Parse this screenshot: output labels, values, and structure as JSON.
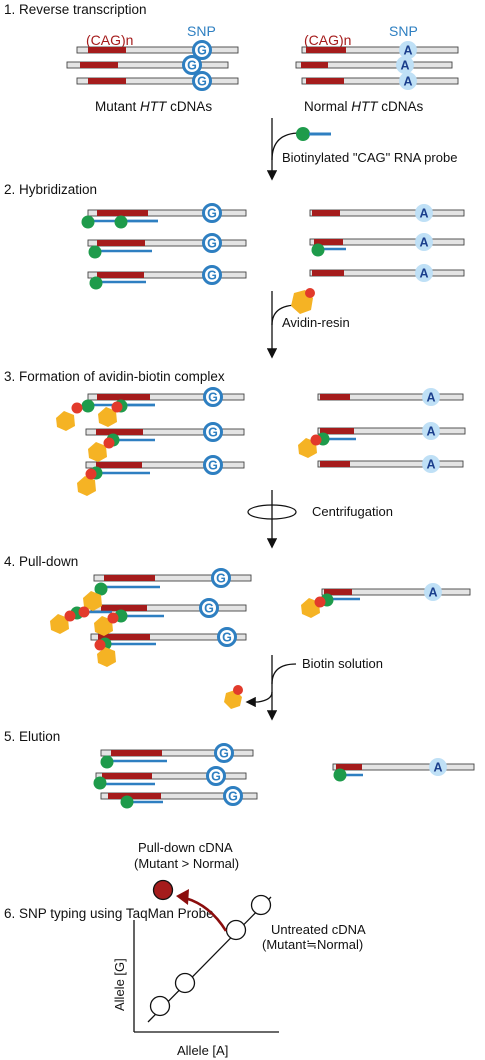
{
  "steps": [
    {
      "label": "1. Reverse transcription"
    },
    {
      "label": "2. Hybridization"
    },
    {
      "label": "3. Formation of avidin-biotin complex"
    },
    {
      "label": "4. Pull-down"
    },
    {
      "label": "5. Elution"
    },
    {
      "label": "6. SNP typing using TaqMan Probe"
    }
  ],
  "labels": {
    "cag_repeat": "(CAG)n",
    "snp": "SNP",
    "mutant_prefix": "Mutant",
    "normal_prefix": "Normal",
    "htt": "HTT",
    "cdnas": "cDNAs",
    "probe_reagent": "Biotinylated \"CAG\" RNA probe",
    "avidin_reagent": "Avidin-resin",
    "centrifugation": "Centrifugation",
    "biotin_solution": "Biotin solution",
    "allele_g": "G",
    "allele_a": "A"
  },
  "plot": {
    "xlabel": "Allele [A]",
    "ylabel": "Allele [G]",
    "pulldown_line1": "Pull-down cDNA",
    "pulldown_line2": "(Mutant > Normal)",
    "untreated_line1": "Untreated cDNA",
    "untreated_line2": "(Mutant≒Normal)"
  },
  "colors": {
    "cag_red": "#a51c1c",
    "snp_blue": "#2e7fc1",
    "snp_light": "#bfe0f6",
    "snp_letter_dark": "#1a3e8c",
    "biotin_green": "#1e9b4b",
    "probe_blue": "#2e7fc1",
    "avidin_orange": "#f5b324",
    "avidin_red": "#e23a2b",
    "strand_fill": "#e4e4e4"
  }
}
